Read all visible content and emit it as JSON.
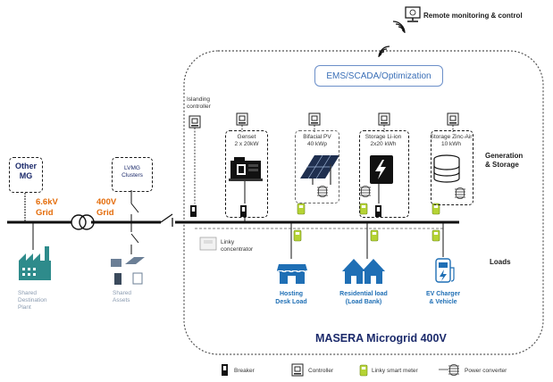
{
  "remote": {
    "label": "Remote monitoring & control"
  },
  "ems": {
    "label": "EMS/SCADA/Optimization"
  },
  "islanding": {
    "line1": "Islanding",
    "line2": "controller"
  },
  "genset": {
    "line1": "Genset",
    "line2": "2 x 20kW"
  },
  "pv": {
    "line1": "Bifacial PV",
    "line2": "40 kWp"
  },
  "liion": {
    "line1": "Storage Li-ion",
    "line2": "2x20 kWh"
  },
  "zincair": {
    "line1": "Storage Zinc-Air",
    "line2": "10 kWh"
  },
  "generation": {
    "line1": "Generation",
    "line2": "& Storage"
  },
  "other_mg": {
    "line1": "Other",
    "line2": "MG"
  },
  "lvmg": {
    "line1": "LVMG",
    "line2": "Clusters"
  },
  "grid66": {
    "line1": "6.6kV",
    "line2": "Grid"
  },
  "grid400": {
    "line1": "400V",
    "line2": "Grid"
  },
  "linky": {
    "line1": "Linky",
    "line2": "concentrator"
  },
  "loads": {
    "label": "Loads"
  },
  "hosting": {
    "line1": "Hosting",
    "line2": "Desk Load"
  },
  "residential": {
    "line1": "Residential load",
    "line2": "(Load Bank)"
  },
  "ev": {
    "line1": "EV Charger",
    "line2": "& Vehicle"
  },
  "shared_plant": {
    "line1": "Shared",
    "line2": "Destination",
    "line3": "Plant"
  },
  "shared_assets": {
    "line1": "Shared",
    "line2": "Assets"
  },
  "masera": {
    "label": "MASERA Microgrid 400V"
  },
  "legend": {
    "breaker": "Breaker",
    "controller": "Controller",
    "linky_meter": "Linky smart meter",
    "power_converter": "Power converter"
  },
  "colors": {
    "blue": "#1f6fb5",
    "orange": "#e46c0a",
    "navy": "#1b2a6b",
    "teal": "#2e8b8b",
    "meter_green": "#b5d334",
    "grey": "#8a9bb0"
  }
}
